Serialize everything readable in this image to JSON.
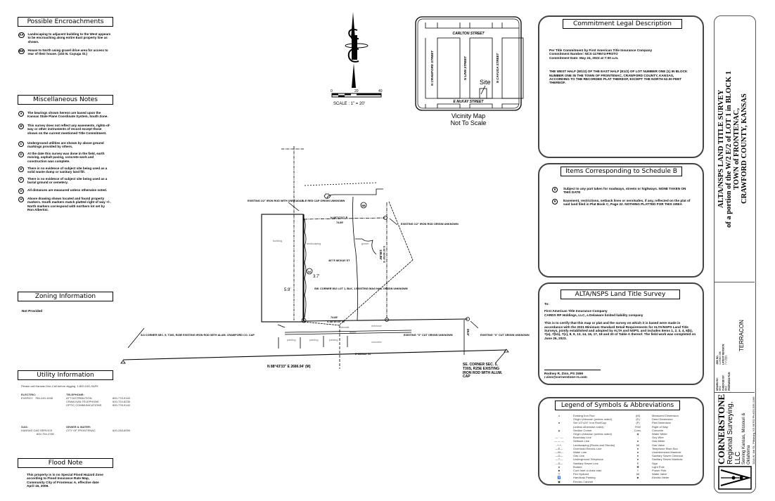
{
  "encroachments": {
    "title": "Possible Encroachments",
    "items": [
      {
        "badge": "AA",
        "text": "Landscaping to adjacent building to the West appears to be encroaching along entire East property line as shown."
      },
      {
        "badge": "BB",
        "text": "House to North using gravel drive area for access to rear of their house. (103 N. Cayuga St.)"
      }
    ]
  },
  "misc": {
    "title": "Miscellaneous Notes",
    "items": [
      {
        "badge": "A",
        "text": "The bearings shown hereon are based upon the Kansas State Plane Coordinate System, South Zone."
      },
      {
        "badge": "B",
        "text": "This survey does not reflect any easements, rights-of-way or other instruments of record except those shown on the current mentioned Title Commitment."
      },
      {
        "badge": "C",
        "text": "Underground utilities are shown by above ground markings provided by others."
      },
      {
        "badge": "D",
        "text": "At the date this survey was done in the field, earth moving, asphalt paving, concrete work and construction was complete."
      },
      {
        "badge": "E",
        "text": "There is no evidence of subject site being used as a solid waste dump or sanitary land fill."
      },
      {
        "badge": "F",
        "text": "There is no evidence of subject site being used as a burial ground or cemetery."
      },
      {
        "badge": "G",
        "text": "All distances are measured unless otherwise noted."
      },
      {
        "badge": "H",
        "text": "Above drawing shows located and found property markers. South markers match platted right of way +/-. North markers correspond with northern lot set by Ron Albertini."
      }
    ]
  },
  "zoning": {
    "title": "Zoning Information",
    "text": "Not Provided"
  },
  "utility": {
    "title": "Utility Information",
    "call": "Please call Kansas One-Call before digging. 1-800-DIG-SAFE",
    "electric": {
      "label": "ELECTRIC:",
      "name": "EVERGY",
      "phone": "785-249-1948"
    },
    "telephone": {
      "label": "TELEPHONE:",
      "rows": [
        {
          "name": "ATT DISTRIBUTION",
          "phone": "800-778-9140"
        },
        {
          "name": "CRAW-KAN TELEPHONE",
          "phone": "620-724-8235"
        },
        {
          "name": "OPTIC COMMUNICATIONS",
          "phone": "800-778-9140"
        }
      ]
    },
    "gas": {
      "label": "GAS:",
      "name": "KANSAS GAS SERVICE",
      "phone": "800-794-4780"
    },
    "sewer": {
      "label": "SEWER & WATER:",
      "name": "CITY OF FRONTENAC",
      "phone": "620-248-6059"
    }
  },
  "flood": {
    "title": "Flood Note",
    "text": "This property is in no Special Flood Hazard Zone according to Flood Insurance Rate Map, Community City of Frontenac A, effective date April 16, 2009."
  },
  "scale": {
    "ticks": [
      "0",
      "20",
      "40"
    ],
    "label": "SCALE : 1\" = 20'"
  },
  "vicinity": {
    "streets": {
      "north": "CARLTON STREET",
      "south": "E McKAY STREET",
      "west": "N CRAWFORD STREET",
      "mid": "N LINN STREET",
      "east": "N CAYUGA STREET"
    },
    "site": "Site",
    "caption1": "Vicinity Map",
    "caption2": "Not To Scale"
  },
  "drawing": {
    "rod_nw": "EXISTING 1/2\" IRON ROD WITH UNREADABLE RED CAP ORIGIN UNKNOWN",
    "rod_ne": "EXISTING 1/2\" IRON ROD ORIGIN UNKNOWN",
    "north_bearing": "N 88°37'07\" E",
    "north_dist": "74.89'",
    "building": "building",
    "landscaping": "landscaping",
    "gravel": "gravel",
    "address": "407 E MCKAY ST",
    "east_bearing": "S 01°40'54\" E",
    "east_dist": "138.06'",
    "dim_37": "3.7'",
    "dim_59": "5.9'",
    "sw_corner": "SW. CORNER W/2 LOT 1, BLK. 1 EXISTING MAG NAIL ORIGIN UNKNOWN",
    "south_bearing": "S 88°46'39\" W",
    "south_dist": "74.89'",
    "x_cut1": "EXISTING \"X\" CUT ORIGIN UNKNOWN",
    "x_cut2": "EXISTING \"X\" CUT ORIGIN UNKNOWN",
    "sidewalk": "sidewalk",
    "entrance": "entrance",
    "gutter": "gutter",
    "concrete": "concrete",
    "parking": "parking",
    "dim_298": "29.8'",
    "sw_sec": "S/4 CORNER SEC. 5, T30S, R25E EXISTING IRON ROD WITH ALUM. CRAWFORD CO. CAP",
    "se_sec": "SE. CORNER SEC. 5, T30S, R25E EXISTING IRON ROD WITH ALUM. CAP",
    "street": "E MCKAY ST",
    "baseline": "N 88°43'33\" E   2686.94' (M)"
  },
  "commitment": {
    "title": "Commitment Legal Description",
    "line1": "Per Title Commitment by First American Title Insurance Company",
    "line2": "Commitment Number: NCS-1179574-PRSTO",
    "line3": "Commitment Date: May 24, 2023 at 7:00 a.m.",
    "legal": "THE WEST HALF (W1/2) OF THE EAST HALF (E1/2) OF LOT NUMBER ONE (1) IN BLOCK NUMBER ONE IN THE TOWN OF FRONTENAC, CRAWFORD COUNTY, KANSAS, ACCORDING TO THE RECORDED PLAT THEREOF, EXCEPT THE NORTH 62.00 FEET THEREOF."
  },
  "schedule_b": {
    "title": "Items Corresponding to Schedule B",
    "items": [
      {
        "badge": "8",
        "text": "Subject to any part taken for roadways, streets or highways. NONE TAKEN ON THIS DATE"
      },
      {
        "badge": "9",
        "text": "Easement, restrictions, setback lines or servitudes, if any, reflected on the plat of said land filed in Plat Book C, Page 22. NOTHING PLATTED FOR THIS AREA"
      }
    ]
  },
  "certification": {
    "title": "ALTA/NSPS Land Title Survey",
    "to": "To:",
    "parties1": "First American Title Insurance Company",
    "parties2": "CARDS RP Holdings, LLC, a Delaware limited liability company",
    "body": "This is to certify that this map or plat and the survey on which it is based were made in accordance with the 2021 Minimum Standard Detail Requirements for ALTA/NSPS Land Title Surveys, jointly established and adopted by ALTA and NSPS, and includes Items 1, 2, 3, 4, 6(b), 7(a), 7(b1), 7(c), 8, 9, 13, 14, 16, 17, 18 and 20 of Table A thereof. The field work was completed on June 26, 2023.",
    "signer": "Rodney R. Zinn, PS 1559",
    "email": "r.zinn@cornerstone-rs.com"
  },
  "legend": {
    "title": "Legend of Symbols & Abbreviations",
    "left": [
      {
        "sym": "o",
        "text": "Existing Iron Rod"
      },
      {
        "sym": "",
        "text": "Origin Unknown (unless noted)"
      },
      {
        "sym": "●",
        "text": "Set 1/2\"x24\" Iron Rod/Cap"
      },
      {
        "sym": "",
        "text": "(unless otherwise noted)"
      },
      {
        "sym": "▲",
        "text": "Section Corner"
      },
      {
        "sym": "",
        "text": "Origin Unknown (unless noted)"
      },
      {
        "sym": "— · —",
        "text": "Boundary Line"
      },
      {
        "sym": "— — —",
        "text": "Setback Line"
      },
      {
        "sym": "-+-+-",
        "text": "Landscaping (Rocks and Shrubs)"
      },
      {
        "sym": "—E—",
        "text": "Overhead Electric Line"
      },
      {
        "sym": "—W—",
        "text": "Water Line"
      },
      {
        "sym": "—G—",
        "text": "Gas Line"
      },
      {
        "sym": "—T—",
        "text": "Underground Telephone"
      },
      {
        "sym": "—S—",
        "text": "Sanitary Sewer Line"
      },
      {
        "sym": "●",
        "text": "Bollard"
      },
      {
        "sym": "■",
        "text": "Curb Inlet or Area Inlet"
      },
      {
        "sym": "▽",
        "text": "Fire Hydrant"
      },
      {
        "sym": "♿",
        "text": "Handicap Parking"
      },
      {
        "sym": "▣",
        "text": "Electric Cabinet"
      }
    ],
    "right": [
      {
        "sym": "(M)",
        "text": "Measured Dimension"
      },
      {
        "sym": "(D)",
        "text": "Deed Dimension"
      },
      {
        "sym": "(P)",
        "text": "Plat Dimension"
      },
      {
        "sym": "R/W",
        "text": "Right of Way"
      },
      {
        "sym": "Conc.",
        "text": "Concrete"
      },
      {
        "sym": "◈",
        "text": "Water Meter"
      },
      {
        "sym": "↓",
        "text": "Guy Wire"
      },
      {
        "sym": "●",
        "text": "Gas Meter"
      },
      {
        "sym": "⋈",
        "text": "Gas Valve"
      },
      {
        "sym": "●",
        "text": "Telephone Riser Box"
      },
      {
        "sym": "●",
        "text": "Undetermined Manhole"
      },
      {
        "sym": "●",
        "text": "Sanitary Sewer Cleanout"
      },
      {
        "sym": "●",
        "text": "Sanitary Sewer Manhole"
      },
      {
        "sym": "¶",
        "text": "Sign"
      },
      {
        "sym": "✱",
        "text": "Light Pole"
      },
      {
        "sym": "ℓ",
        "text": "Power Pole"
      },
      {
        "sym": "⋈",
        "text": "Water Valve"
      },
      {
        "sym": "■",
        "text": "Electric Meter"
      }
    ]
  },
  "title_block": {
    "line1": "ALTA/NSPS LAND TITLE SURVEY",
    "line2": "of a portion of the W/2 E/2 of LOT 1 in BLOCK 1",
    "line3": "TOWN of FRONTENAC,",
    "line4": "CRAWFORD COUNTY, KANSAS",
    "drawn_by_label": "DRAWN BY:",
    "drawn_by": "RRZ",
    "job_no_label": "JOB NO.",
    "job_no": "4-23062.30K",
    "checked_by_label": "CHECKED BY:",
    "checked_by": "RRZ",
    "revision_label": "LATEST REVISION:",
    "revision": "7-7-2023",
    "prepared_for_label": "PREPARED FOR:",
    "prepared_for": "TERRACON",
    "company": "CORNERSTONE",
    "company2": "Regional Surveying, LLC",
    "serving": "Serving Kansas, Missouri & Oklahoma",
    "address": "111A W. 4th St., Pittsburg, KS 66762 Ph:620-335-1166"
  }
}
